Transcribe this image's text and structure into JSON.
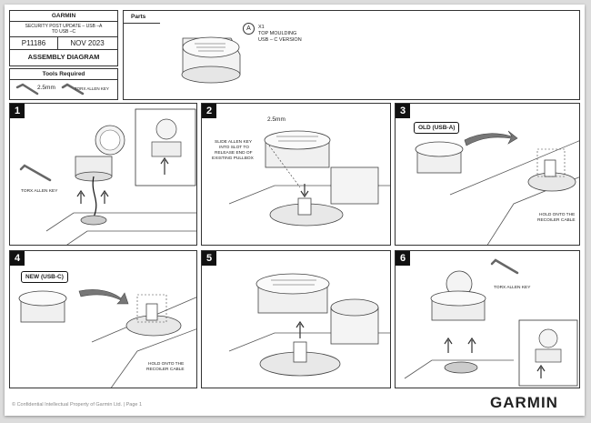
{
  "title_block": {
    "brand": "GARMIN",
    "description_line1": "SECURITY POST UPDATE – USB –A",
    "description_line2": "TO USB –C",
    "part_number": "P11186",
    "date": "NOV 2023",
    "doc_type": "ASSEMBLY DIAGRAM"
  },
  "tools": {
    "heading": "Tools Required",
    "tool1": "2.5mm",
    "tool2": "TORX ALLEN KEY"
  },
  "parts": {
    "heading": "Parts",
    "callout": "A",
    "quantity": "X1",
    "name_line1": "TOP MOULDING",
    "name_line2": "USB – C VERSION"
  },
  "steps": [
    {
      "number": "1",
      "label": "TORX ALLEN KEY"
    },
    {
      "number": "2",
      "size": "2.5mm",
      "line1": "SLIDE ALLEN KEY",
      "line2": "INTO SLOT TO",
      "line3": "RELEASE END OF",
      "line4": "EXISTING PULLBOX"
    },
    {
      "number": "3",
      "tag": "OLD (USB-A)",
      "line1": "HOLD ONTO THE",
      "line2": "RECOILER CABLE"
    },
    {
      "number": "4",
      "tag": "NEW (USB-C)",
      "line1": "HOLD ONTO THE",
      "line2": "RECOILER CABLE"
    },
    {
      "number": "5"
    },
    {
      "number": "6",
      "label": "TORX ALLEN KEY"
    }
  ],
  "footer": {
    "text": "© Confidential Intellectual Property of Garmin Ltd. | Page 1",
    "logo": "GARMIN"
  }
}
